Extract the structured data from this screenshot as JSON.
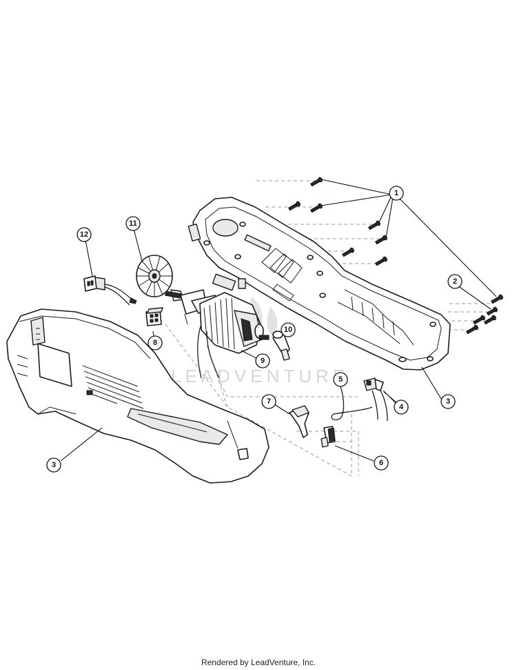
{
  "watermark": "LEADVENTURE",
  "footer": "Rendered by LeadVenture, Inc.",
  "callouts": [
    "1",
    "2",
    "3",
    "3",
    "4",
    "5",
    "6",
    "7",
    "8",
    "9",
    "10",
    "11",
    "12"
  ]
}
